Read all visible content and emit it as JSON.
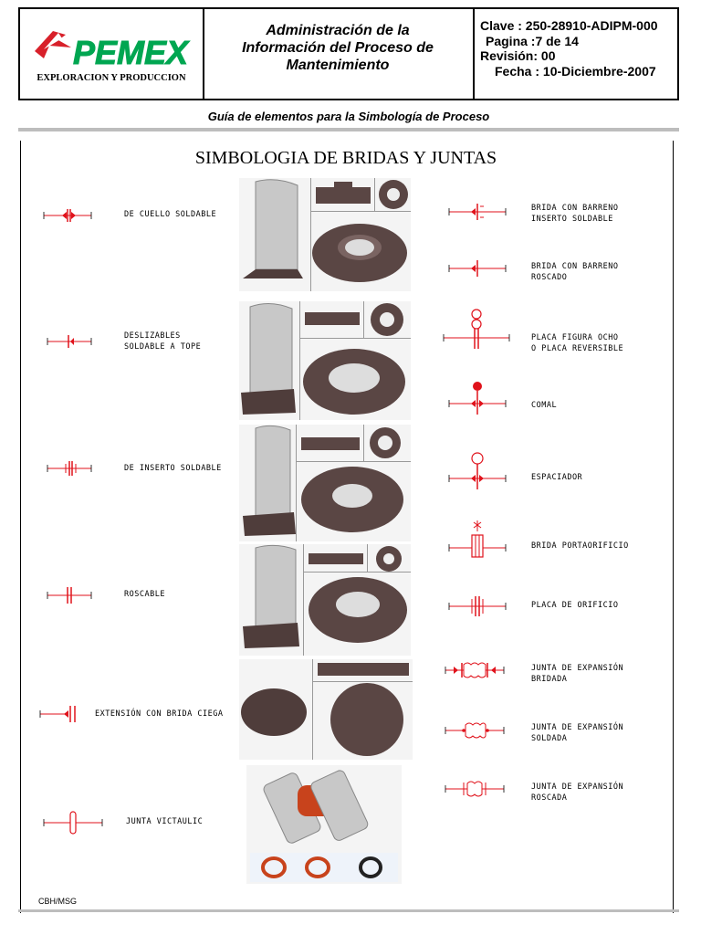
{
  "header": {
    "brand": "PEMEX",
    "division": "EXPLORACION Y PRODUCCION",
    "title_lines": [
      "Administración de la",
      "Información del Proceso de",
      "Mantenimiento"
    ],
    "clave": "Clave : 250-28910-ADIPM-000",
    "pagina": "Pagina  :7 de 14",
    "revision": "Revisión: 00",
    "fecha": "Fecha : 10-Diciembre-2007"
  },
  "subtitle": "Guía de elementos para la Simbología de Proceso",
  "main_title": "SIMBOLOGIA DE BRIDAS Y JUNTAS",
  "left_items": [
    {
      "label": "DE CUELLO SOLDABLE"
    },
    {
      "label": "DESLIZABLES\nSOLDABLE A TOPE"
    },
    {
      "label": "DE INSERTO SOLDABLE"
    },
    {
      "label": "ROSCABLE"
    },
    {
      "label": "EXTENSIÓN CON BRIDA CIEGA"
    },
    {
      "label": "JUNTA VICTAULIC"
    }
  ],
  "right_items": [
    {
      "label": "BRIDA CON BARRENO\nINSERTO SOLDABLE"
    },
    {
      "label": "BRIDA CON BARRENO\nROSCADO"
    },
    {
      "label": "PLACA FIGURA OCHO\nO PLACA REVERSIBLE"
    },
    {
      "label": "COMAL"
    },
    {
      "label": "ESPACIADOR"
    },
    {
      "label": "BRIDA PORTAORIFICIO"
    },
    {
      "label": "PLACA DE ORIFICIO"
    },
    {
      "label": "JUNTA DE EXPANSIÓN\nBRIDADA"
    },
    {
      "label": "JUNTA DE EXPANSIÓN\nSOLDADA"
    },
    {
      "label": "JUNTA DE EXPANSIÓN\nROSCADA"
    }
  ],
  "footer": "CBH/MSG",
  "colors": {
    "brand_green": "#00a651",
    "brand_red": "#d8202a",
    "symbol_red": "#e0121b",
    "flange": "#5a4644",
    "rule_gray": "#bdbdbd"
  }
}
